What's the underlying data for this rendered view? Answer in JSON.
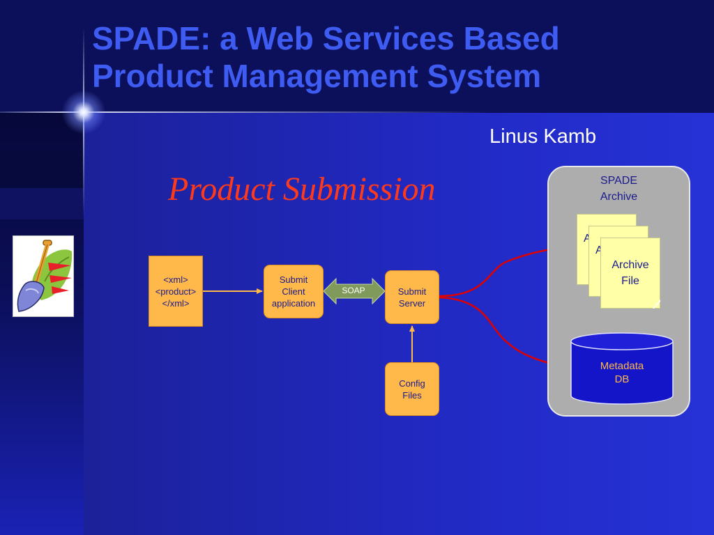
{
  "slide": {
    "title_lines": [
      "SPADE: a Web Services Based",
      "Product Management System"
    ],
    "author": "Linus Kamb",
    "heading": "Product Submission"
  },
  "diagram": {
    "xml_doc": {
      "lines": [
        "<xml>",
        "<product>",
        "</xml>"
      ]
    },
    "submit_client": {
      "lines": [
        "Submit",
        "Client",
        "application"
      ]
    },
    "soap_connector": {
      "label": "SOAP"
    },
    "submit_server": {
      "lines": [
        "Submit",
        "Server"
      ]
    },
    "config_files": {
      "lines": [
        "Config",
        "Files"
      ]
    },
    "spade_archive": {
      "lines": [
        "SPADE",
        "Archive"
      ],
      "archive_file": {
        "lines": [
          "Archive",
          "File"
        ],
        "peek_1": "A",
        "peek_2": "A"
      },
      "metadata_db": {
        "lines": [
          "Metadata",
          "DB"
        ]
      }
    }
  },
  "colors": {
    "title": "#3f5cf2",
    "heading": "#ff3a1a",
    "node_fill": "#ffb84a",
    "node_text": "#1a1a8c",
    "soap_arrow": "#7f9a5a",
    "link_arrow": "#ffb84a",
    "archive_arrow": "#e00000",
    "panel": "#adadad",
    "document": "#ffffa8",
    "database": "#1414c8"
  },
  "icons": [
    "shovel-clipart-icon"
  ]
}
